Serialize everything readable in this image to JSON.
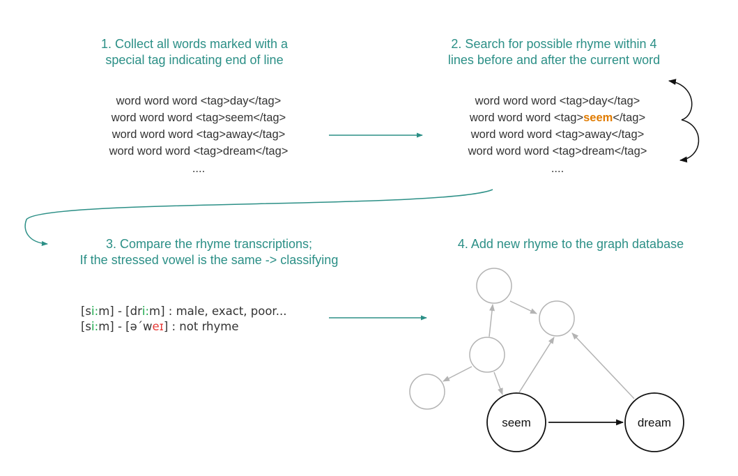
{
  "colors": {
    "teal": "#2b8f86",
    "text": "#333333",
    "highlight": "#e07b00",
    "stress_same": "#1aa74a",
    "stress_diff": "#e53935",
    "edge_gray": "#b3b3b3",
    "edge_black": "#111111"
  },
  "step1": {
    "title_line1": "1. Collect all words marked with a",
    "title_line2": "special tag indicating end of line",
    "lines": [
      "word word word <tag>day</tag>",
      "word word word <tag>seem</tag>",
      "word word word <tag>away</tag>",
      "word word word <tag>dream</tag>"
    ],
    "ellipsis": "...."
  },
  "step2": {
    "title_line1": "2. Search for possible rhyme within 4",
    "title_line2": "lines before and after the current word",
    "line1": "word word word <tag>day</tag>",
    "line2_prefix": "word word word <tag>",
    "line2_highlight": "seem",
    "line2_suffix": "</tag>",
    "line3": "word word word <tag>away</tag>",
    "line4": "word word word <tag>dream</tag>",
    "ellipsis": "...."
  },
  "step3": {
    "title_line1": "3. Compare the rhyme transcriptions;",
    "title_line2": "If the stressed vowel is the same -> classifying",
    "row1": {
      "a_open": "[s",
      "a_vowel": "i:",
      "a_close": "m]",
      "sep": " - ",
      "b_open": "[dr",
      "b_vowel": "i:",
      "b_close": "m]",
      "result": " : male, exact, poor..."
    },
    "row2": {
      "a_open": "[s",
      "a_vowel": "i:",
      "a_close": "m]",
      "sep": " - ",
      "b_open": "[ə΄w",
      "b_vowel": "eɪ",
      "b_close": "]",
      "result": " : not rhyme"
    }
  },
  "step4": {
    "title": "4. Add new rhyme to the graph database",
    "node_seem": "seem",
    "node_dream": "dream"
  }
}
